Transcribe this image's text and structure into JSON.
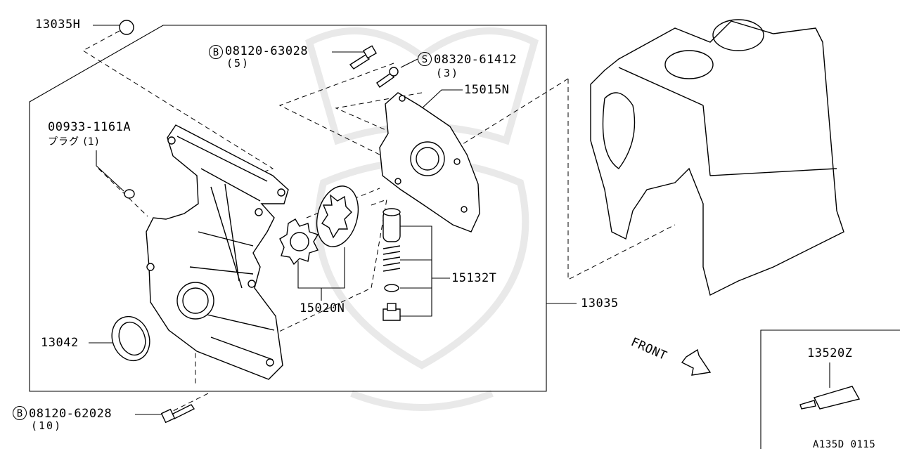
{
  "parts": {
    "p13035h": "13035H",
    "p08120_63028": "08120-63028",
    "p08120_63028_qty": "(5)",
    "p08320_61412": "08320-61412",
    "p08320_61412_qty": "(3)",
    "p15015n": "15015N",
    "p00933": "00933-1161A",
    "p00933_desc": "プラグ (1)",
    "p15132t": "15132T",
    "p15020n": "15020N",
    "p13035": "13035",
    "p13042": "13042",
    "p08120_62028": "08120-62028",
    "p08120_62028_qty": "(10)",
    "p13520z": "13520Z"
  },
  "prefix_b": "B",
  "prefix_s": "S",
  "front_label": "FRONT",
  "diagram_code": "A135D 0115"
}
